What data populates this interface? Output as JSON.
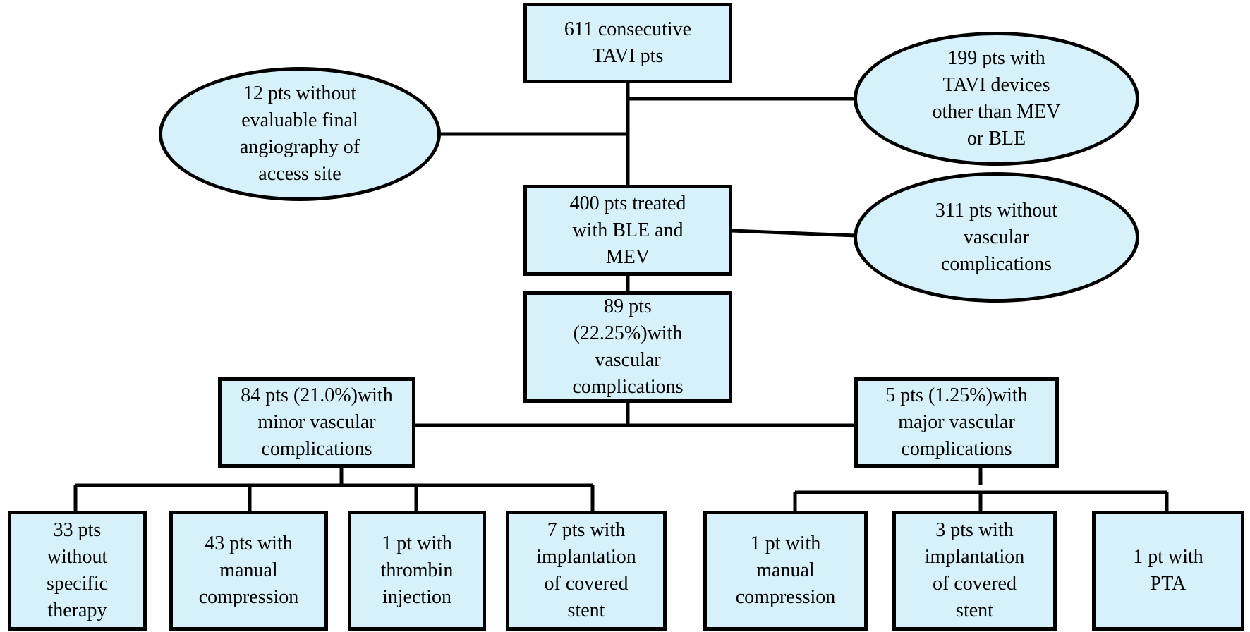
{
  "diagram": {
    "colors": {
      "node_fill": "#d6f1fa",
      "border": "#000000",
      "text": "#000000"
    },
    "nodes": {
      "start": "611 consecutive\nTAVI pts",
      "excluded_angio": "12 pts without\nevaluable final\nangiography of\naccess site",
      "excluded_devices": "199 pts with\nTAVI devices\nother than MEV\nor BLE",
      "treated": "400 pts treated\nwith BLE and\nMEV",
      "no_complications": "311 pts without\nvascular\ncomplications",
      "complications": "89 pts\n(22.25%)with\nvascular\ncomplications",
      "minor": "84 pts (21.0%)with\nminor vascular\ncomplications",
      "major": "5 pts (1.25%)with\nmajor vascular\ncomplications",
      "minor_no_therapy": "33 pts\nwithout\nspecific\ntherapy",
      "minor_manual": "43 pts with\nmanual\ncompression",
      "minor_thrombin": "1 pt with\nthrombin\ninjection",
      "minor_stent": "7 pts with\nimplantation\nof covered\nstent",
      "major_manual": "1 pt with\nmanual\ncompression",
      "major_stent": "3 pts with\nimplantation\nof covered\nstent",
      "major_pta": "1 pt with\nPTA"
    }
  }
}
